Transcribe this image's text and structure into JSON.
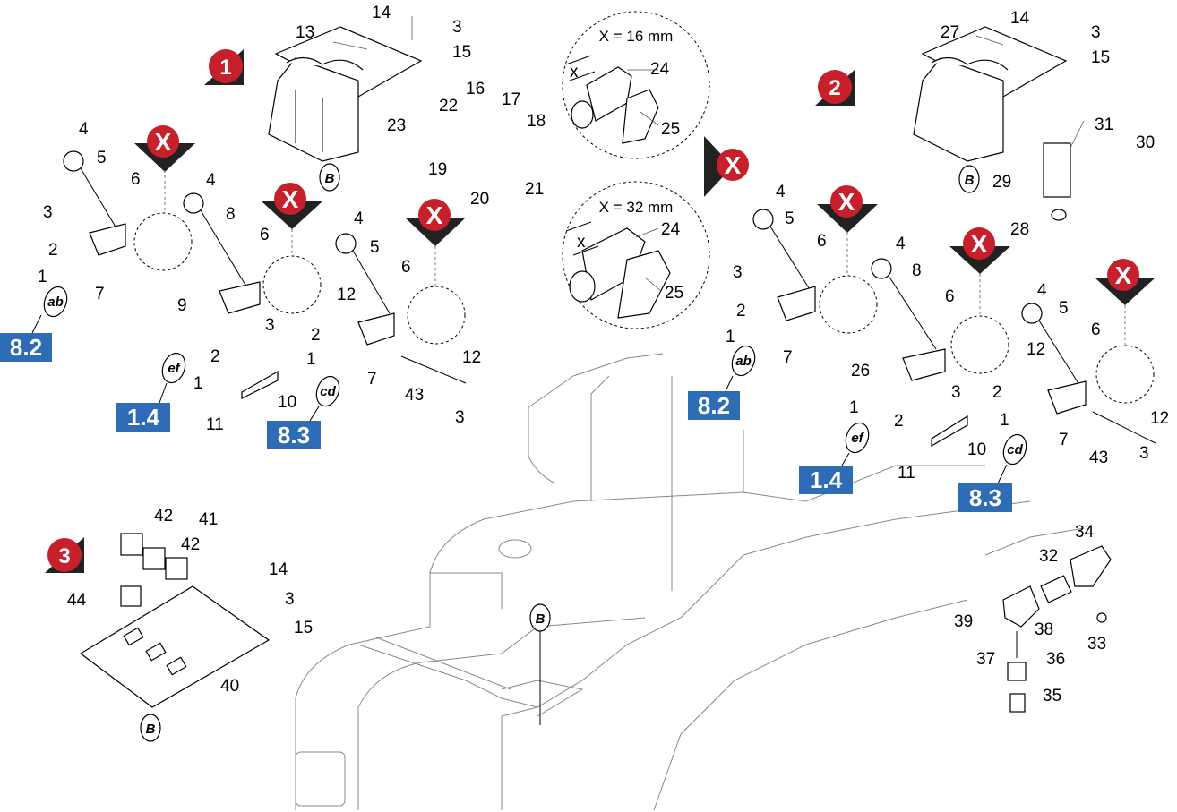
{
  "sections": [
    {
      "id": "sec1",
      "label": "1"
    },
    {
      "id": "sec2",
      "label": "2"
    },
    {
      "id": "sec3",
      "label": "3"
    }
  ],
  "x_marker_label": "X",
  "ref_labels": {
    "B": "B",
    "ab": "ab",
    "ef": "ef",
    "cd": "cd"
  },
  "page_refs": [
    "8.2",
    "1.4",
    "8.3"
  ],
  "detail_top": "X = 16 mm",
  "detail_bottom": "X = 32 mm",
  "detail_x": "x",
  "callouts": [
    "1",
    "2",
    "3",
    "4",
    "5",
    "6",
    "7",
    "8",
    "9",
    "10",
    "11",
    "12",
    "13",
    "14",
    "15",
    "16",
    "17",
    "18",
    "19",
    "20",
    "21",
    "22",
    "23",
    "24",
    "25",
    "26",
    "27",
    "28",
    "29",
    "30",
    "31",
    "32",
    "33",
    "34",
    "35",
    "36",
    "37",
    "38",
    "39",
    "40",
    "41",
    "42",
    "43",
    "44"
  ]
}
